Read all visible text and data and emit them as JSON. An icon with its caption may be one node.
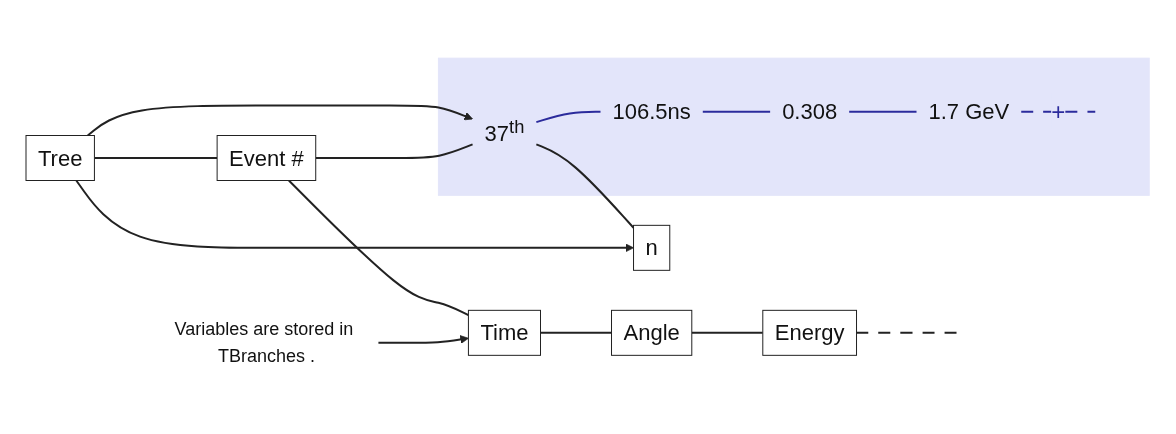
{
  "diagram": {
    "nodes": [
      {
        "text": [
          "Tree"
        ]
      },
      {
        "text": [
          "Event #"
        ]
      },
      {
        "text": [
          "Time"
        ]
      },
      {
        "text": [
          "Angle"
        ]
      },
      {
        "text": [
          "Energy"
        ]
      },
      {
        "text": [],
        "shape": "bar"
      },
      {
        "text": [
          "37$^{th}$"
        ],
        "in": 5
      },
      {
        "text": [
          "106.5ns"
        ],
        "in": 5
      },
      {
        "text": [
          "0.308"
        ],
        "in": 5
      },
      {
        "text": [
          "1.7 GeV"
        ],
        "in": 5
      },
      {
        "text": [
          "n"
        ]
      },
      {
        "text": [
          "Variables are stored in TBranches ."
        ]
      }
    ],
    "edges": [
      {
        "from": 0,
        "to": 1,
        "arrow": "none"
      },
      {
        "from": 0,
        "to": 6,
        "arrow": "to"
      },
      {
        "from": 0,
        "to": 10,
        "arrow": "to"
      },
      {
        "from": 1,
        "to": 2,
        "arrow": "none"
      },
      {
        "from": 2,
        "to": 3,
        "arrow": "none"
      },
      {
        "from": 3,
        "to": 4,
        "arrow": "none"
      },
      {
        "from": 4,
        "to": null,
        "arrow": "none",
        "style": "dashed"
      },
      {
        "from": 1,
        "to": 6,
        "arrow": "none"
      },
      {
        "from": 6,
        "to": 10,
        "arrow": "none"
      },
      {
        "from": 6,
        "to": 7,
        "arrow": "none",
        "color": "#2b2b9c"
      },
      {
        "from": 7,
        "to": 8,
        "arrow": "none",
        "color": "#2b2b9c"
      },
      {
        "from": 8,
        "to": 9,
        "arrow": "none",
        "color": "#2b2b9c"
      },
      {
        "from": 9,
        "to": null,
        "arrow": "none",
        "style": "dashed",
        "color": "#2b2b9c",
        "label": "+"
      },
      {
        "from": 11,
        "to": 2,
        "arrow": "to"
      }
    ]
  }
}
